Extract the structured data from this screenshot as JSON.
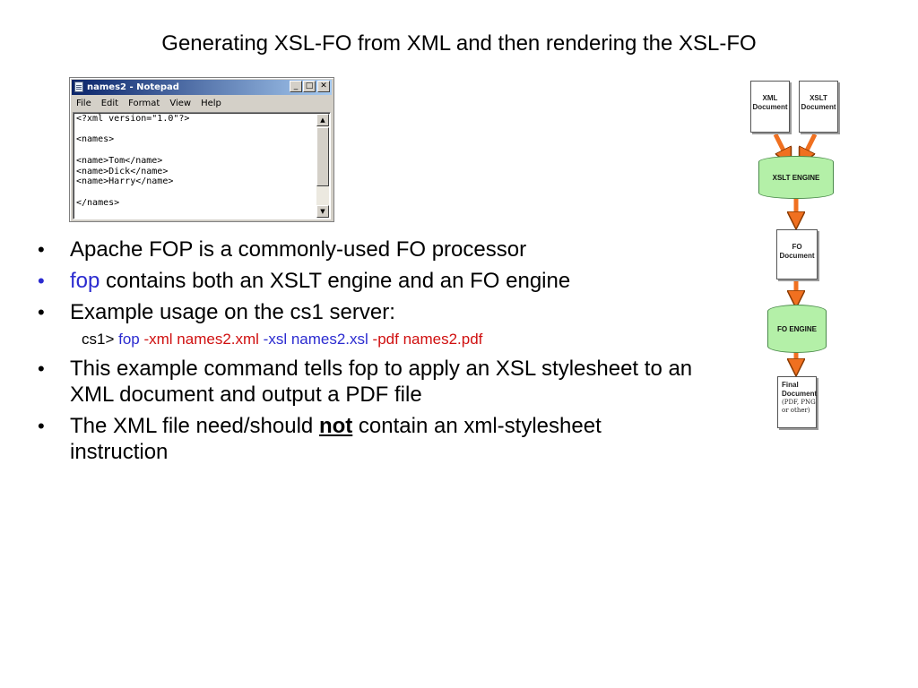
{
  "slide": {
    "title": "Generating XSL-FO from XML and then rendering the XSL-FO"
  },
  "notepad": {
    "title": "names2 - Notepad",
    "buttons": {
      "minimize": "_",
      "maximize": "□",
      "close": "✕"
    },
    "menu": [
      "File",
      "Edit",
      "Format",
      "View",
      "Help"
    ],
    "content": "<?xml version=\"1.0\"?>\n\n<names>\n\n<name>Tom</name>\n<name>Dick</name>\n<name>Harry</name>\n\n</names>"
  },
  "bullets": {
    "b1": "Apache FOP is a commonly-used FO processor",
    "b2_highlight": "fop",
    "b2_rest": " contains both an XSLT engine and an FO engine",
    "b3": "Example usage on the cs1 server:",
    "b4": "This example command tells fop to apply an XSL stylesheet to an XML document and output a PDF file",
    "b5_pre": "The XML file need/should ",
    "b5_emph": "not",
    "b5_post": " contain an xml-stylesheet instruction",
    "bullet_char": "•"
  },
  "command": {
    "prompt": "cs1> ",
    "fop": "fop",
    "xml_flag": " -xml ",
    "xml_file": "names2.xml",
    "xsl_flag": " -xsl ",
    "xsl_file": "names2.xsl",
    "pdf_flag": " -pdf ",
    "pdf_file": "names2.pdf"
  },
  "diagram": {
    "xml_document": [
      "XML",
      "Document"
    ],
    "xslt_document": [
      "XSLT",
      "Document"
    ],
    "xslt_engine": "XSLT ENGINE",
    "fo_document": [
      "FO",
      "Document"
    ],
    "fo_engine": "FO ENGINE",
    "final_document": [
      "Final",
      "Document",
      "(PDF, PNG",
      "or other)"
    ]
  },
  "colors": {
    "blue_text": "#2b2bd0",
    "red_text": "#d01010",
    "engine_fill": "#b4f0a8",
    "arrow_fill": "#f07020"
  }
}
